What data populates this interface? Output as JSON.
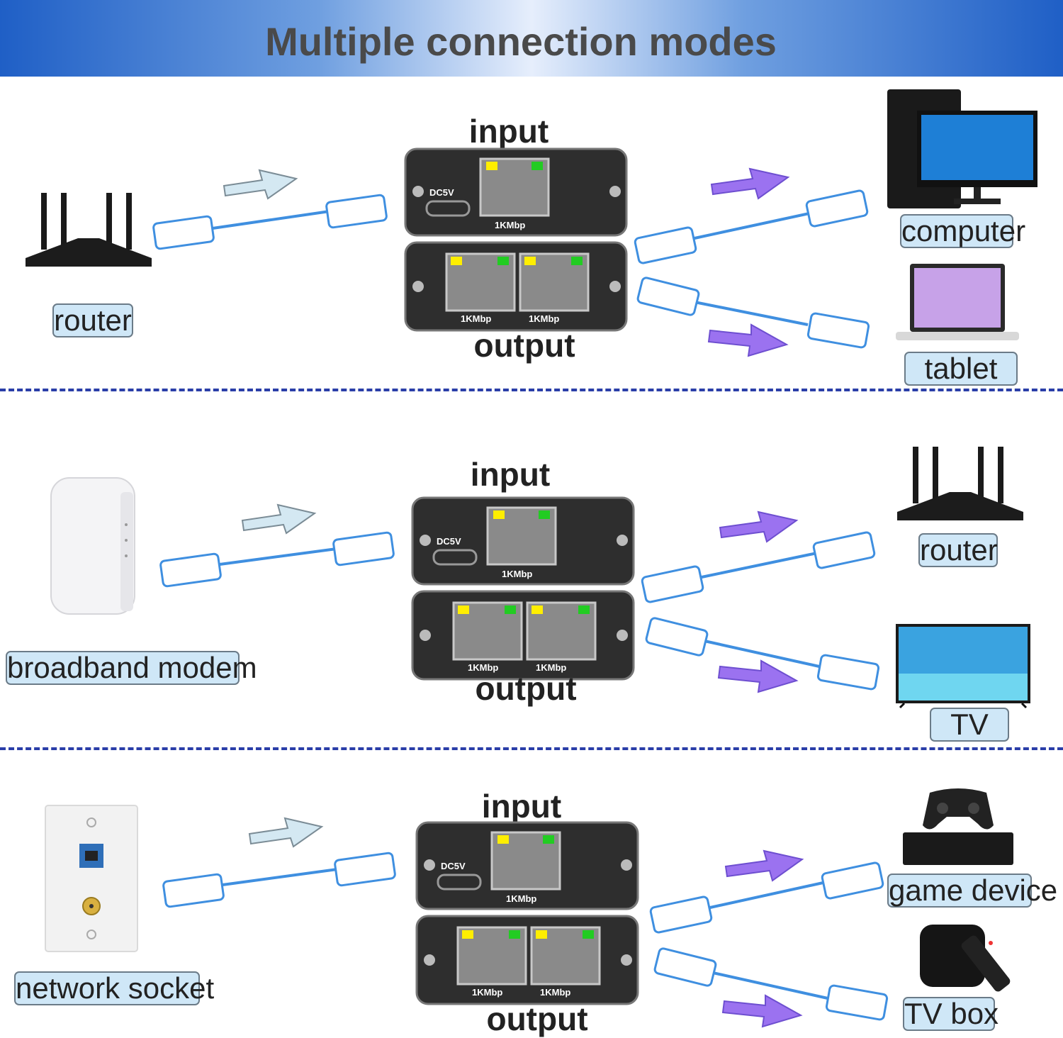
{
  "header": {
    "title": "Multiple connection modes"
  },
  "colors": {
    "header_blue": "#1f5fc6",
    "divider": "#2a3ea8",
    "label_bg": "#cfe7f7",
    "in_arrow": "#d4e8f2",
    "out_arrow": "#9b72f0",
    "cable": "#3f8fe0"
  },
  "switch": {
    "input_label": "input",
    "output_label": "output",
    "power_label": "DC5V",
    "port_speed": "1KMbp"
  },
  "sections": [
    {
      "source": "router",
      "targets": [
        "computer",
        "tablet"
      ]
    },
    {
      "source": "broadband modem",
      "targets": [
        "router",
        "TV"
      ]
    },
    {
      "source": "network socket",
      "targets": [
        "game device",
        "TV box"
      ]
    }
  ]
}
